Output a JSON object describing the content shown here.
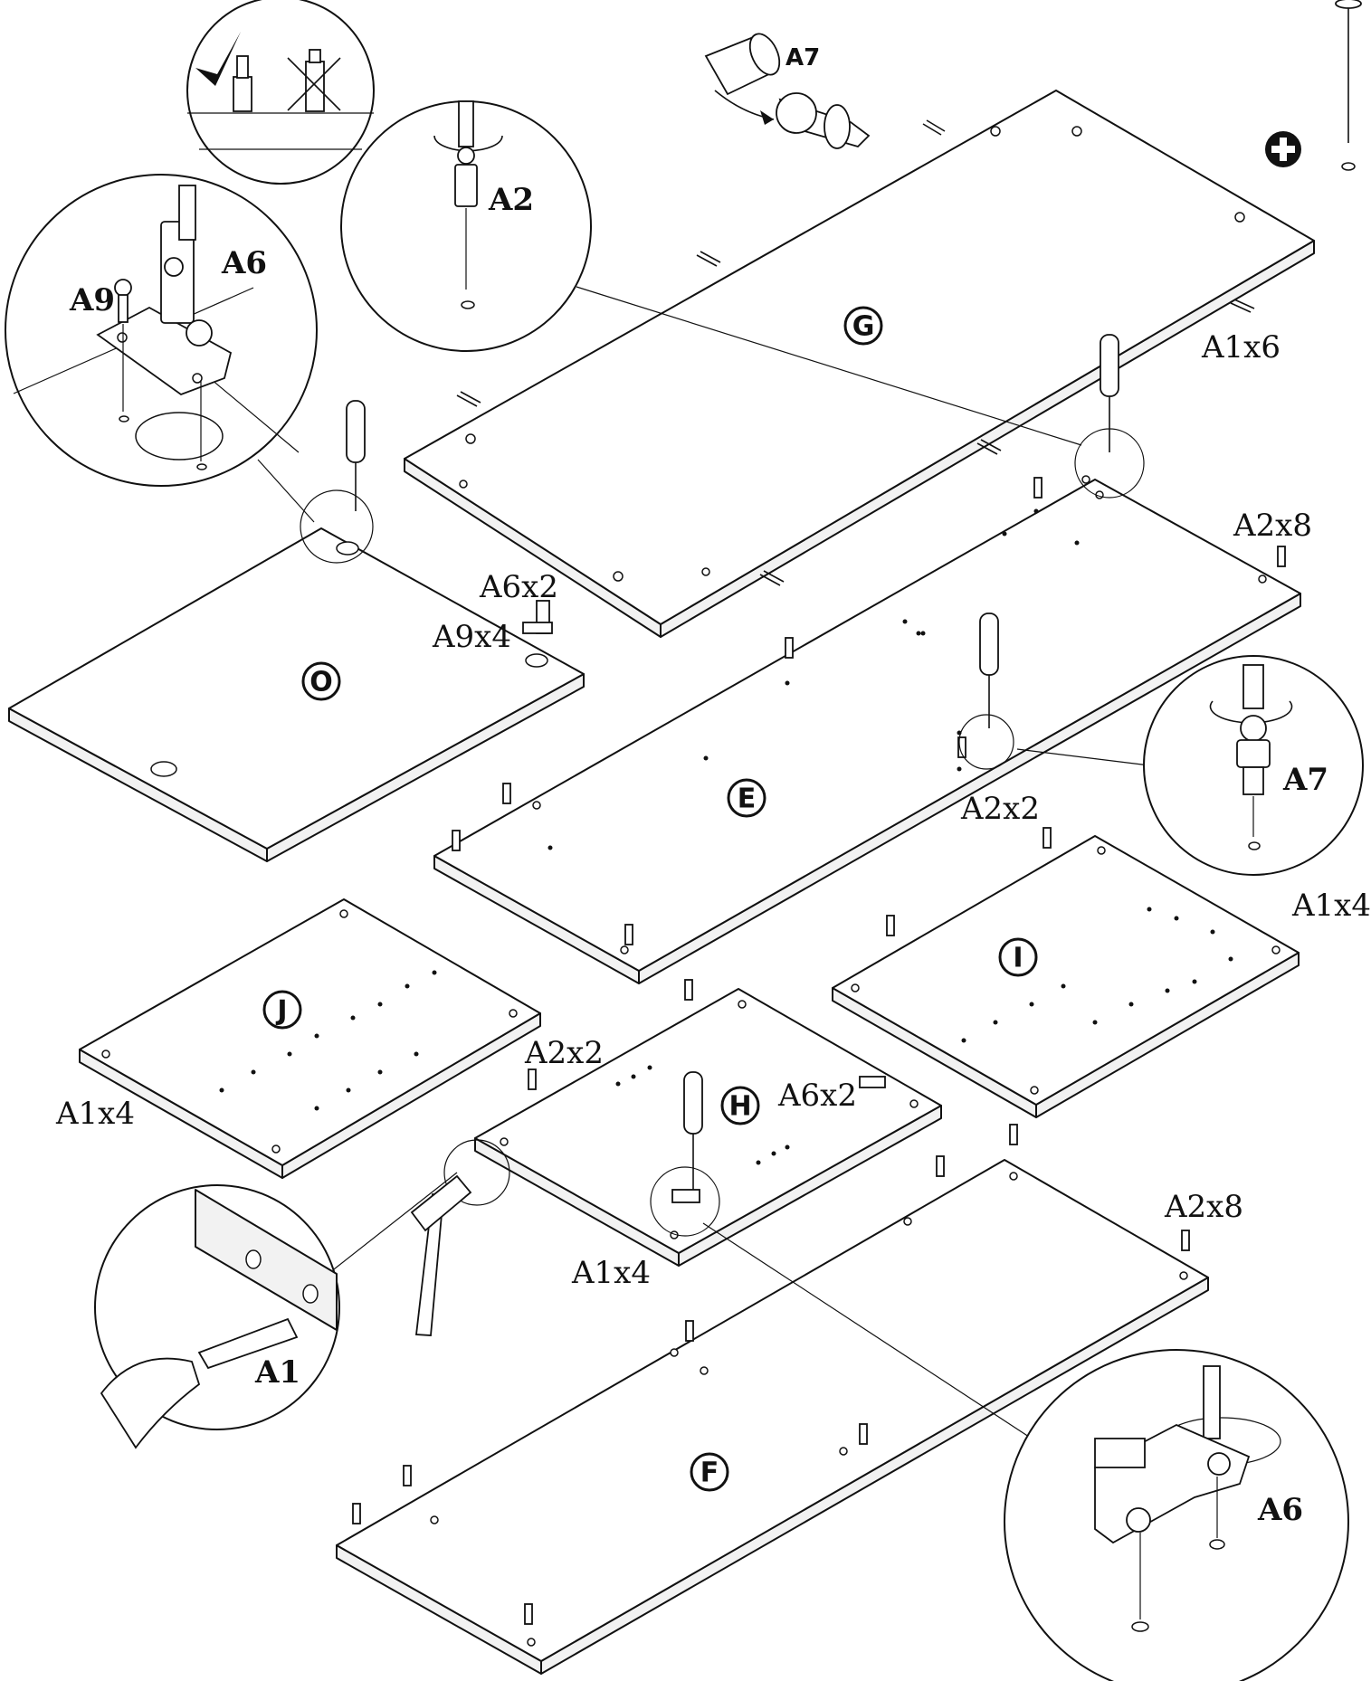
{
  "panels": {
    "G": "G",
    "O": "O",
    "E": "E",
    "I": "I",
    "J": "J",
    "H": "H",
    "F": "F"
  },
  "callouts": {
    "a7_top": "A7",
    "a2_detail": "A2",
    "a6_detail": "A6",
    "a9_detail": "A9",
    "a7_detail": "A7",
    "a1_detail": "A1",
    "a6_bottom_detail": "A6"
  },
  "counts": {
    "g_a1": "A1x6",
    "e_a2": "A2x8",
    "o_a6": "A6x2",
    "o_a9": "A9x4",
    "i_a2": "A2x2",
    "i_a1": "A1x4",
    "j_a1": "A1x4",
    "h_a2": "A2x2",
    "h_a6": "A6x2",
    "h_a1": "A1x4",
    "f_a2": "A2x8"
  },
  "icons": [
    "checkmark-icon",
    "cross-icon",
    "plus-icon",
    "screwdriver-icon",
    "hammer-icon",
    "nail-icon",
    "rotation-arrow-icon"
  ]
}
